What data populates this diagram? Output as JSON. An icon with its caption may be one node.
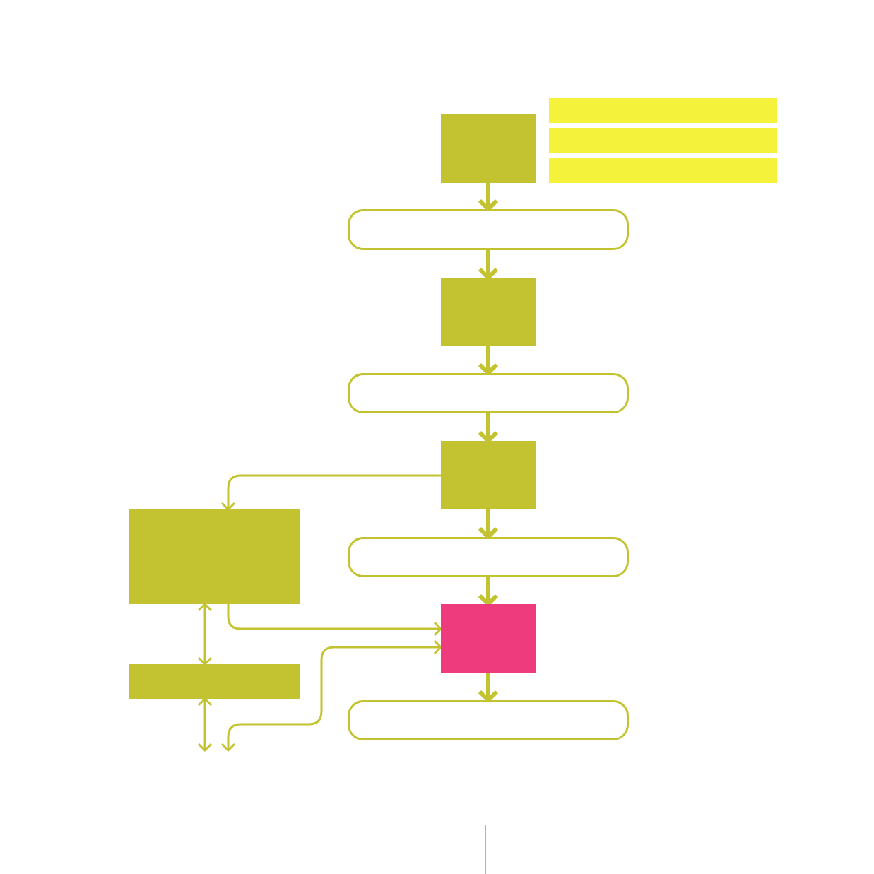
{
  "diagram": {
    "nodes": [
      {
        "text": [],
        "shape": "box"
      },
      {
        "text": [],
        "shape": "bar"
      },
      {
        "text": [],
        "shape": "bar"
      },
      {
        "text": [],
        "shape": "bar"
      },
      {
        "text": [],
        "shape": "pill"
      },
      {
        "text": [],
        "shape": "box"
      },
      {
        "text": [],
        "shape": "pill"
      },
      {
        "text": [],
        "shape": "box"
      },
      {
        "text": [],
        "shape": "box"
      },
      {
        "text": [],
        "shape": "pill"
      },
      {
        "text": [],
        "shape": "box"
      },
      {
        "text": [],
        "shape": "bar"
      },
      {
        "text": [],
        "shape": "pill"
      }
    ],
    "edges": [
      {
        "from": 0,
        "to": 4,
        "arrow": "to"
      },
      {
        "from": 4,
        "to": 5,
        "arrow": "to"
      },
      {
        "from": 5,
        "to": 6,
        "arrow": "to"
      },
      {
        "from": 6,
        "to": 7,
        "arrow": "to"
      },
      {
        "from": 7,
        "to": 9,
        "arrow": "to"
      },
      {
        "from": 9,
        "to": 10,
        "arrow": "to"
      },
      {
        "from": 10,
        "to": 12,
        "arrow": "to"
      },
      {
        "from": 7,
        "to": 8,
        "arrow": "to"
      },
      {
        "from": 8,
        "to": 10,
        "arrow": "to"
      },
      {
        "from": 8,
        "to": 11,
        "arrow": "both"
      },
      {
        "from": 11,
        "to": null,
        "arrow": "both"
      },
      {
        "from": null,
        "to": 10,
        "arrow": "both"
      }
    ]
  }
}
